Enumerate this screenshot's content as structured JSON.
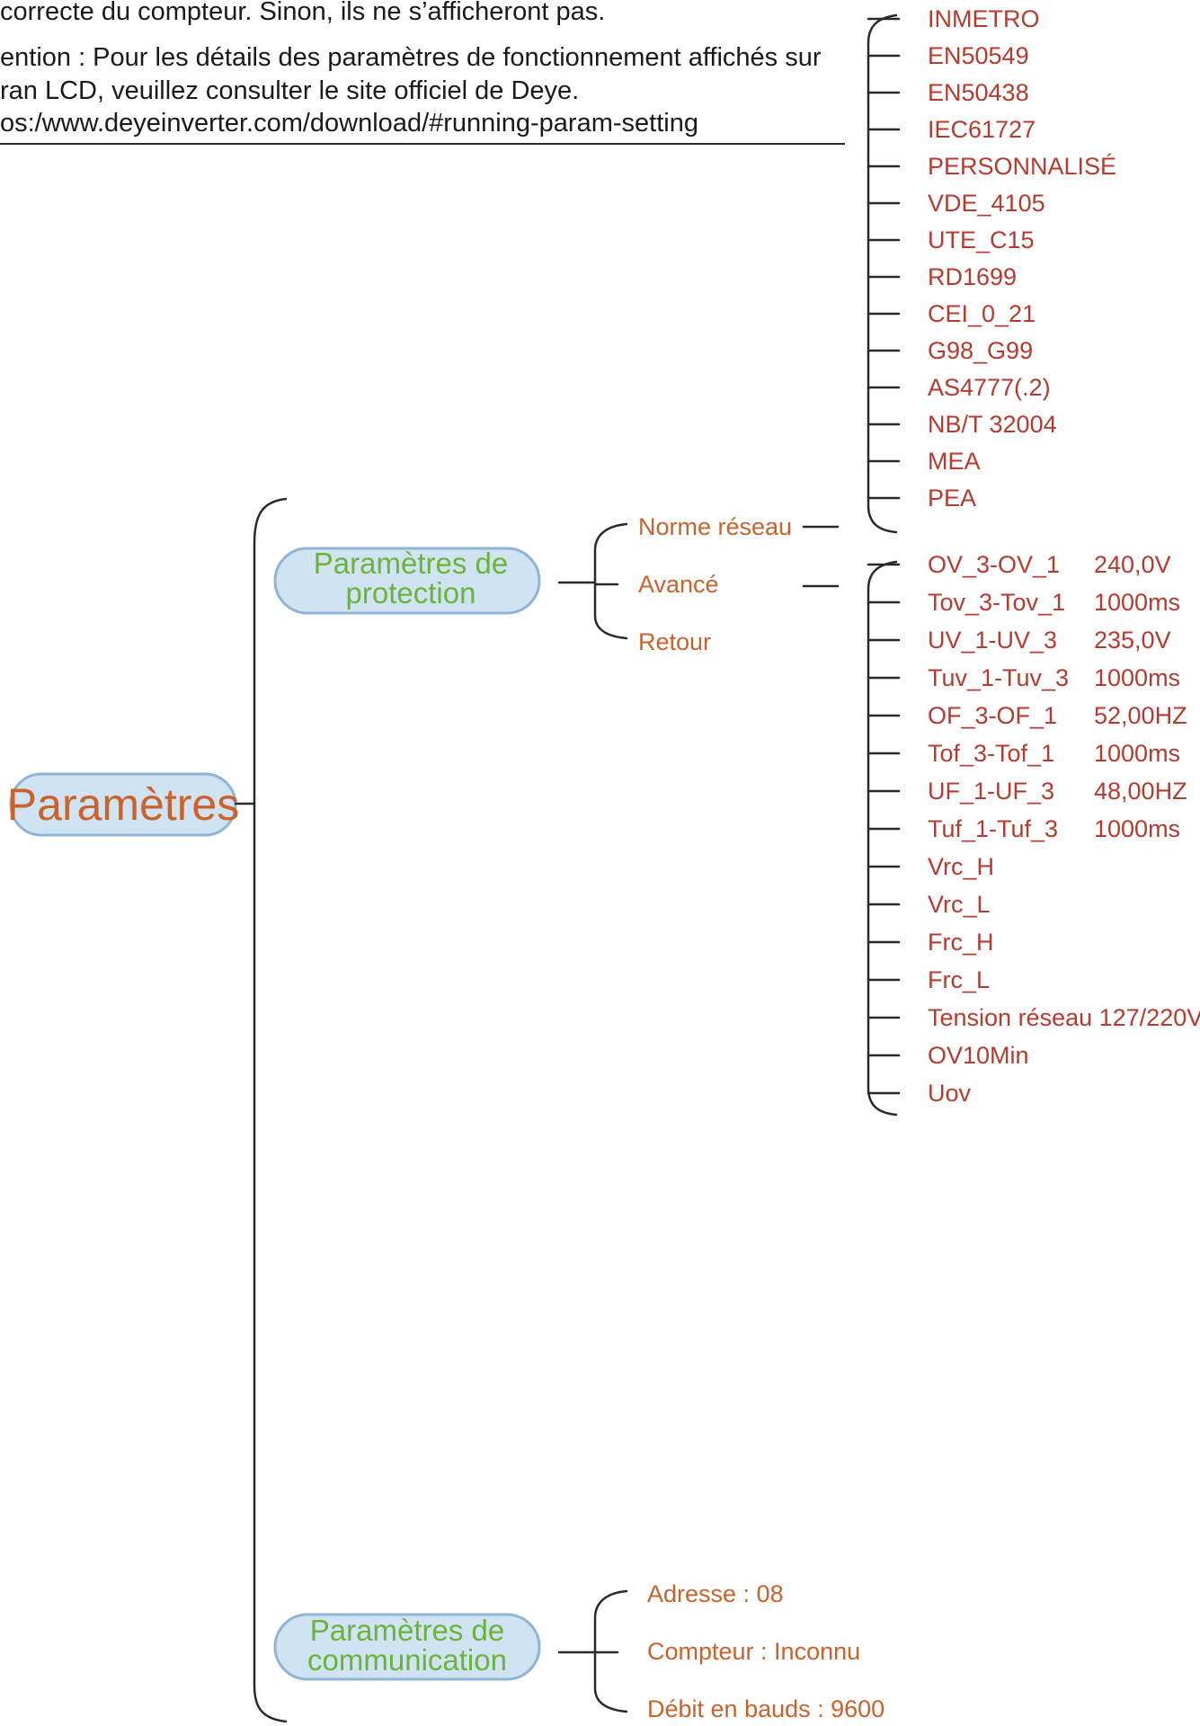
{
  "notes": [
    "correcte du compteur. Sinon, ils ne s’afficheront pas.",
    "ention : Pour les détails des paramètres de fonctionnement affichés sur",
    "ran LCD, veuillez consulter le site officiel de Deye.",
    "os:/www.deyeinverter.com/download/#running-param-setting"
  ],
  "root": {
    "label": "Paramètres"
  },
  "protection": {
    "label_line1": "Paramètres de",
    "label_line2": "protection",
    "sub": [
      "Norme réseau",
      "Avancé",
      "Retour"
    ]
  },
  "grid_standards": [
    "INMETRO",
    "EN50549",
    "EN50438",
    "IEC61727",
    "PERSONNALISÉ",
    "VDE_4105",
    "UTE_C15",
    "RD1699",
    "CEI_0_21",
    "G98_G99",
    "AS4777(.2)",
    "NB/T 32004",
    "MEA",
    "PEA"
  ],
  "advanced": [
    {
      "name": "OV_3-OV_1",
      "value": "240,0V"
    },
    {
      "name": "Tov_3-Tov_1",
      "value": "1000ms"
    },
    {
      "name": "UV_1-UV_3",
      "value": "235,0V"
    },
    {
      "name": "Tuv_1-Tuv_3",
      "value": "1000ms"
    },
    {
      "name": "OF_3-OF_1",
      "value": "52,00HZ"
    },
    {
      "name": "Tof_3-Tof_1",
      "value": "1000ms"
    },
    {
      "name": "UF_1-UF_3",
      "value": "48,00HZ"
    },
    {
      "name": "Tuf_1-Tuf_3",
      "value": "1000ms"
    },
    {
      "name": "Vrc_H",
      "value": ""
    },
    {
      "name": "Vrc_L",
      "value": ""
    },
    {
      "name": "Frc_H",
      "value": ""
    },
    {
      "name": "Frc_L",
      "value": ""
    },
    {
      "name": "Tension réseau 127/220V",
      "value": ""
    },
    {
      "name": "OV10Min",
      "value": ""
    },
    {
      "name": "Uov",
      "value": ""
    }
  ],
  "communication": {
    "label_line1": "Paramètres de",
    "label_line2": "communication",
    "sub": [
      "Adresse : 08",
      "Compteur : Inconnu",
      "Débit en bauds : 9600"
    ]
  },
  "colors": {
    "node_fill": "#cfe3f3",
    "node_stroke": "#8fb4d6",
    "root_text": "#c9622b",
    "category_text": "#6cb33a",
    "sub_text": "#c9622b",
    "leaf_text": "#b83a2f",
    "line": "#2a2a2a"
  }
}
